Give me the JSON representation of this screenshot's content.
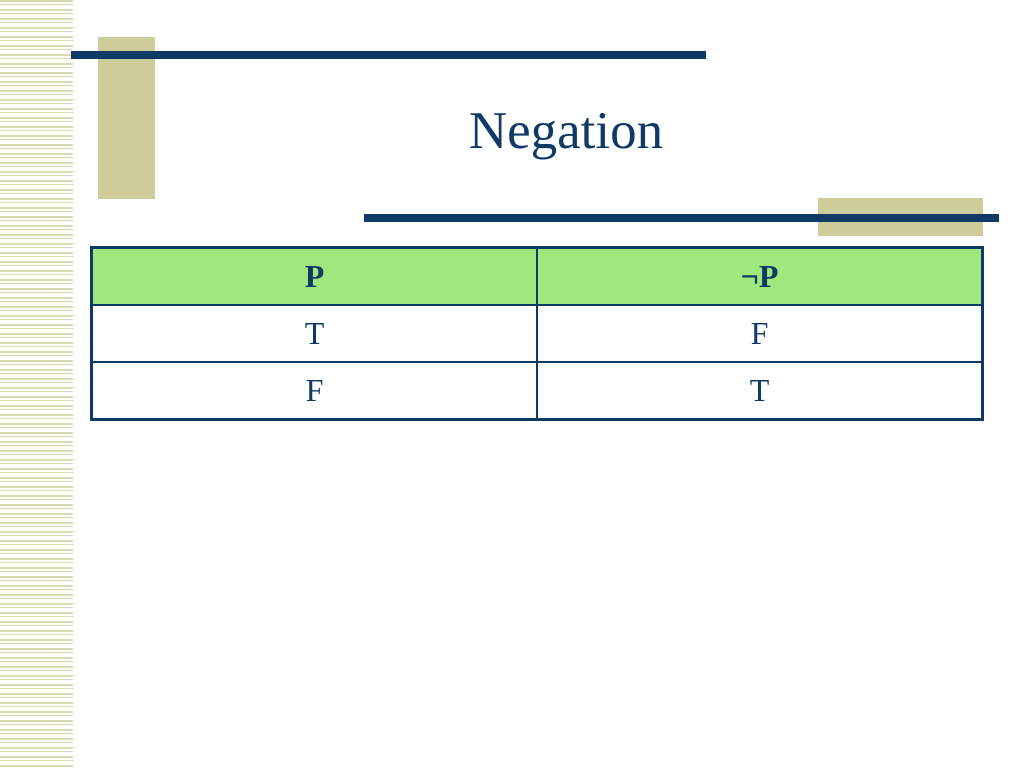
{
  "slide": {
    "title": "Negation",
    "table": {
      "headers": [
        "P",
        "¬P"
      ],
      "rows": [
        [
          "T",
          "F"
        ],
        [
          "F",
          "T"
        ]
      ]
    }
  },
  "colors": {
    "title_text": "#0f3a66",
    "rule": "#0f3a66",
    "accent_block": "#cfcc9c",
    "header_fill": "#9fe87d",
    "stripe": "#d9dab0"
  }
}
